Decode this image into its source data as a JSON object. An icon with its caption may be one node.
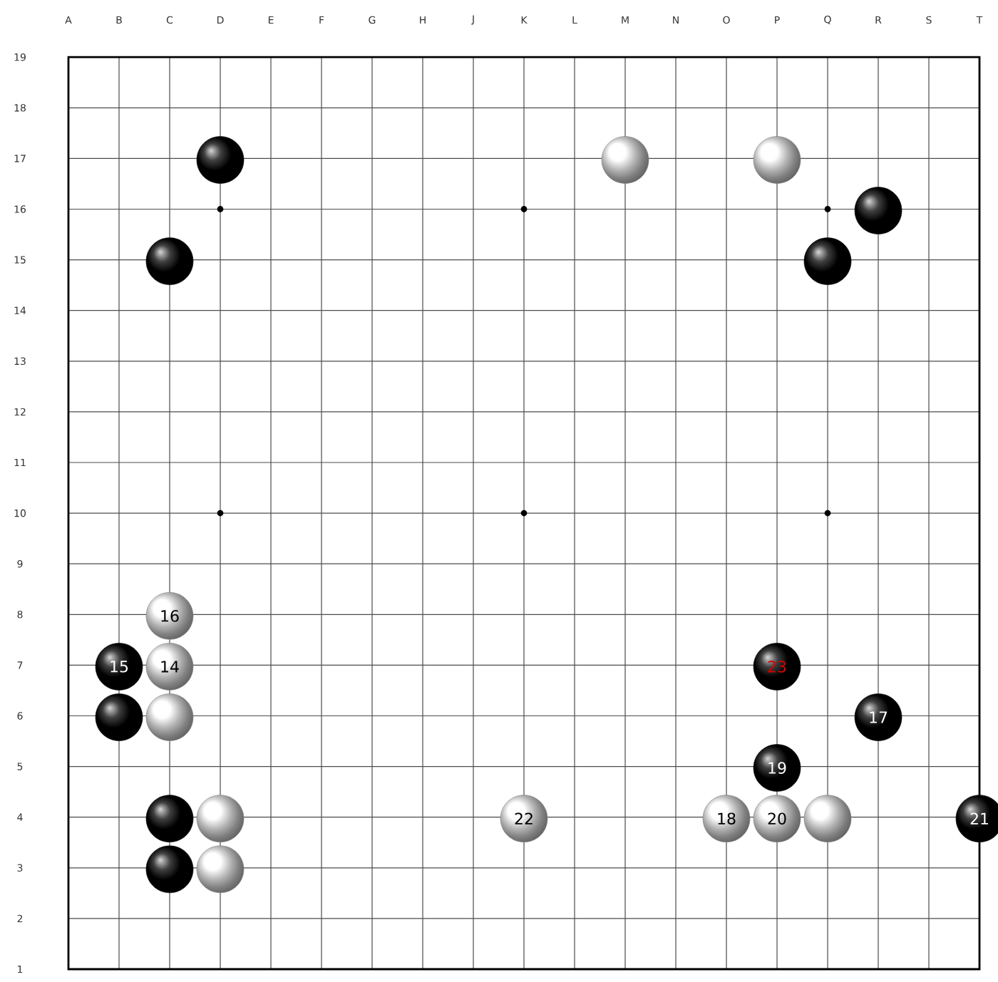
{
  "diagram": {
    "nodes": [
      {
        "text": [],
        "shape": "circle"
      },
      {
        "text": [],
        "shape": "circle"
      },
      {
        "text": [],
        "shape": "circle"
      },
      {
        "text": [],
        "shape": "circle"
      },
      {
        "text": [],
        "shape": "circle"
      },
      {
        "text": [],
        "shape": "circle"
      },
      {
        "text": [
          "16"
        ]
      },
      {
        "text": [
          "15"
        ]
      },
      {
        "text": [
          "14"
        ]
      },
      {
        "text": [
          "23"
        ]
      },
      {
        "text": [],
        "shape": "circle"
      },
      {
        "text": [],
        "shape": "circle"
      },
      {
        "text": [
          "17"
        ]
      },
      {
        "text": [
          "19"
        ]
      },
      {
        "text": [],
        "shape": "circle"
      },
      {
        "text": [],
        "shape": "circle"
      },
      {
        "text": [
          "22"
        ]
      },
      {
        "text": [
          "18"
        ]
      },
      {
        "text": [
          "20"
        ]
      },
      {
        "text": [],
        "shape": "circle"
      },
      {
        "text": [
          "21"
        ]
      },
      {
        "text": [],
        "shape": "circle"
      },
      {
        "text": [],
        "shape": "circle"
      }
    ],
    "labels": [
      "A",
      "B",
      "C",
      "D",
      "E",
      "F",
      "G",
      "H",
      "J",
      "K",
      "L",
      "M",
      "N",
      "O",
      "P",
      "Q",
      "R",
      "S",
      "T",
      "19",
      "18",
      "17",
      "16",
      "15",
      "14",
      "13",
      "12",
      "11",
      "10",
      "9",
      "8",
      "7",
      "6",
      "5",
      "4",
      "3",
      "2",
      "1"
    ]
  }
}
